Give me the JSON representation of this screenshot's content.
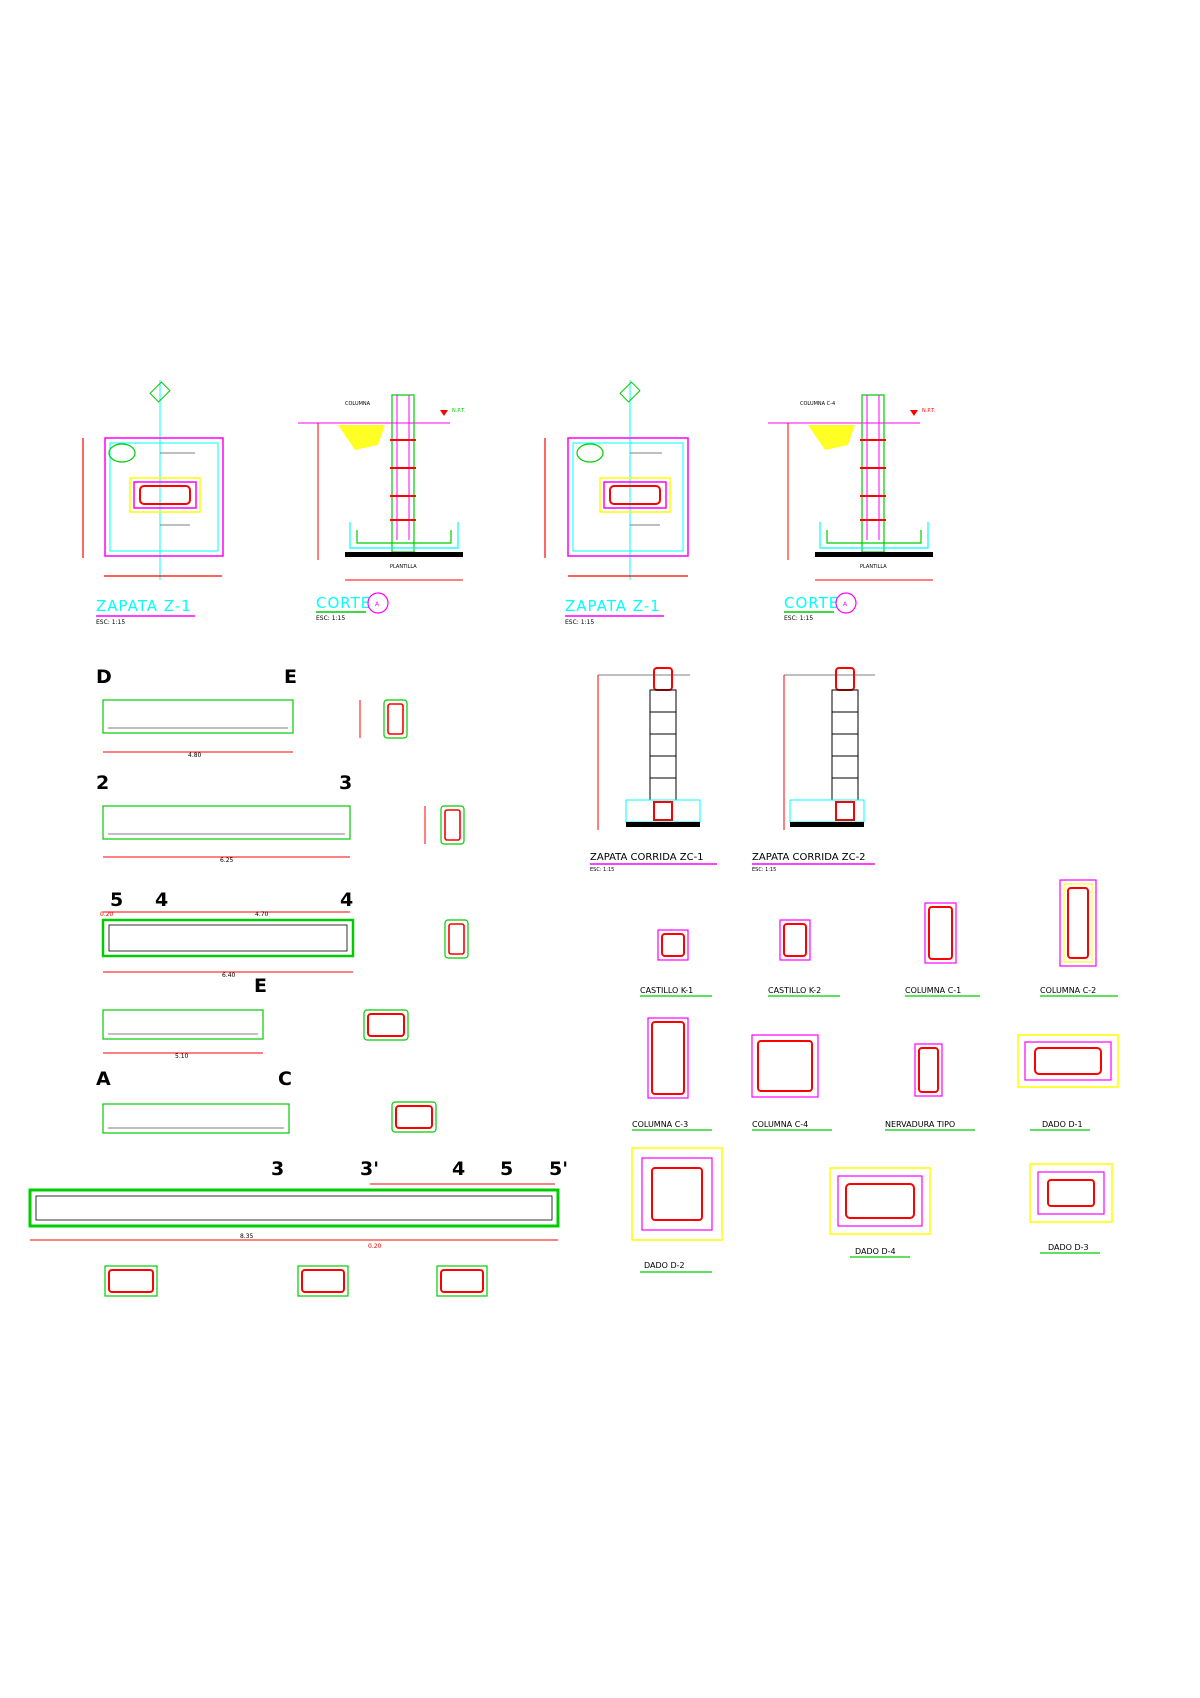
{
  "colors": {
    "magenta": "#ff00ff",
    "cyan": "#00ffff",
    "red": "#ff0000",
    "green": "#00cc00",
    "yellow": "#ffff00",
    "black": "#000000"
  },
  "footings": {
    "z1a": {
      "title": "ZAPATA  Z-1",
      "scale": "ESC: 1:15"
    },
    "corte_a1": {
      "title": "CORTE",
      "marker": "A",
      "scale": "ESC: 1:15",
      "column": "COLUMNA",
      "npt": "N.P.T.",
      "base": "PLANTILLA"
    },
    "z1b": {
      "title": "ZAPATA  Z-1",
      "scale": "ESC: 1:15"
    },
    "corte_a2": {
      "title": "CORTE",
      "marker": "A",
      "scale": "ESC: 1:15",
      "column": "COLUMNA C-4",
      "npt": "N.P.T.",
      "base": "PLANTILLA"
    }
  },
  "corridas": {
    "zc1": {
      "title": "ZAPATA CORRIDA ZC-1",
      "scale": "ESC: 1:15"
    },
    "zc2": {
      "title": "ZAPATA CORRIDA ZC-2",
      "scale": "ESC: 1:15"
    }
  },
  "beams": {
    "b1": {
      "axis_left": "D",
      "axis_right": "E",
      "length": "4.80"
    },
    "b2": {
      "axis_left": "2",
      "axis_right": "3",
      "length": "6.25"
    },
    "b3": {
      "axis_left": "5",
      "axis_mid": "4",
      "axis_right": "4",
      "length": "6.40",
      "span": "4.70",
      "offset": "0.20"
    },
    "b4": {
      "axis_left": "E",
      "length": "5.10"
    },
    "b5": {
      "axis_left": "A",
      "axis_right": "C"
    },
    "b6": {
      "axis_a": "3",
      "axis_b": "3'",
      "axis_c": "4",
      "axis_d": "5",
      "axis_e": "5'",
      "length": "8.35",
      "offset": "0.20"
    }
  },
  "sections": {
    "k1": {
      "title": "CASTILLO K-1"
    },
    "k2": {
      "title": "CASTILLO K-2"
    },
    "c1": {
      "title": "COLUMNA C-1"
    },
    "c2": {
      "title": "COLUMNA C-2"
    },
    "c3": {
      "title": "COLUMNA C-3"
    },
    "c4": {
      "title": "COLUMNA C-4"
    },
    "nerv": {
      "title": "NERVADURA TIPO"
    },
    "d1": {
      "title": "DADO D-1"
    },
    "d2": {
      "title": "DADO D-2"
    },
    "d4": {
      "title": "DADO D-4"
    },
    "d3": {
      "title": "DADO D-3"
    }
  }
}
